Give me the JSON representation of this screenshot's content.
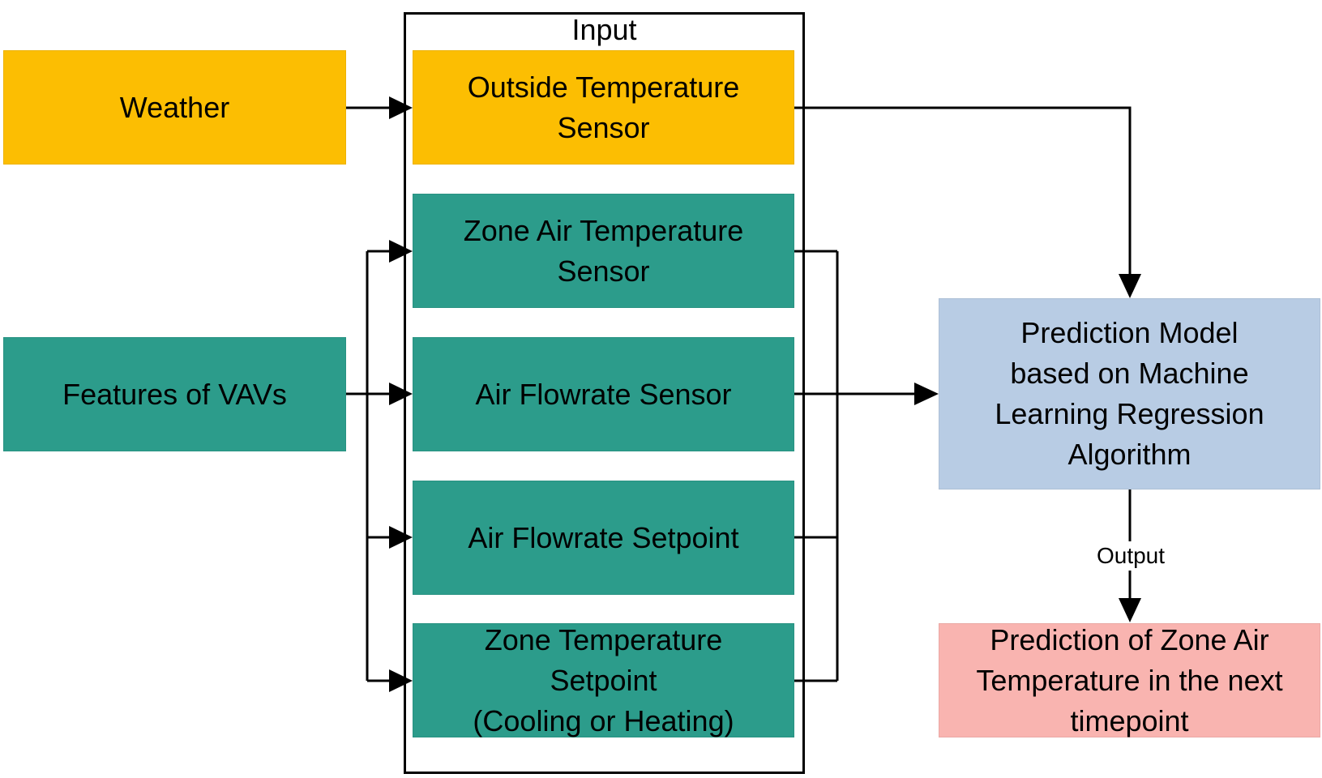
{
  "input_group": {
    "title": "Input"
  },
  "sources": {
    "weather": "Weather",
    "vav_features": "Features of VAVs"
  },
  "inputs": {
    "outside_temp": [
      "Outside Temperature",
      "Sensor"
    ],
    "zone_air_temp": [
      "Zone Air Temperature",
      "Sensor"
    ],
    "air_flowrate_sensor": [
      "Air Flowrate Sensor"
    ],
    "air_flowrate_setpoint": [
      "Air Flowrate Setpoint"
    ],
    "zone_temp_setpoint": [
      "Zone Temperature",
      "Setpoint",
      "(Cooling or Heating)"
    ]
  },
  "model": {
    "lines": [
      "Prediction Model",
      "based on Machine",
      "Learning Regression",
      "Algorithm"
    ]
  },
  "output": {
    "label": "Output",
    "lines": [
      "Prediction of Zone Air",
      "Temperature in the next",
      "timepoint"
    ]
  },
  "colors": {
    "weather_group": "#fcbe02",
    "vav_group": "#2c9c8b",
    "model": "#b8cce4",
    "prediction": "#f9b4b0",
    "lines": "#000000"
  }
}
